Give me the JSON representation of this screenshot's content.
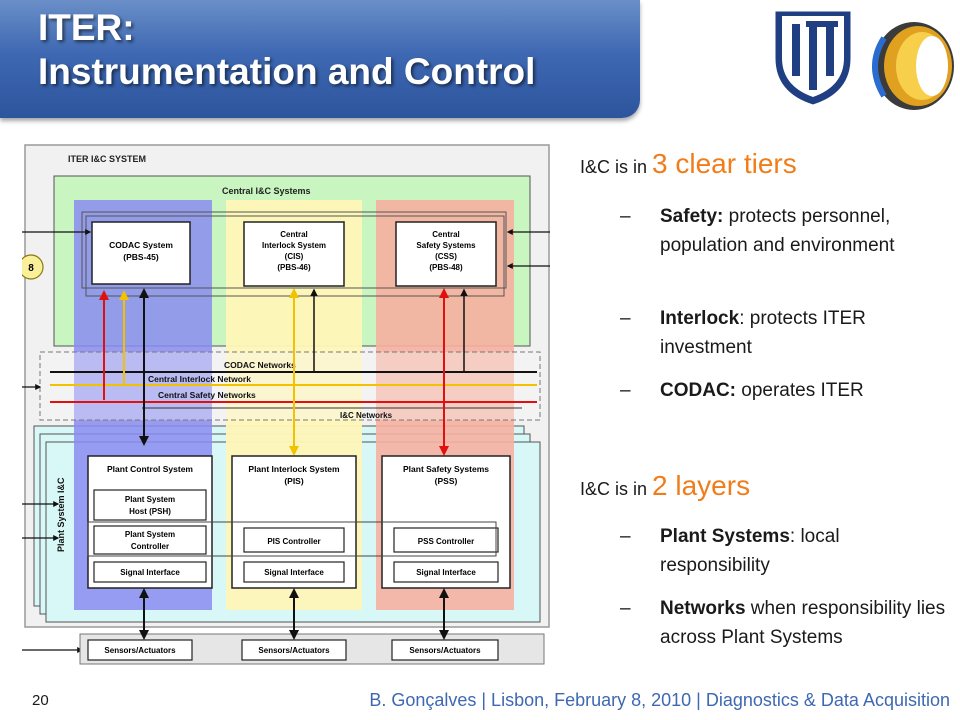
{
  "title": {
    "line1": "ITER:",
    "line2": "Instrumentation and Control"
  },
  "diagram": {
    "system_label": "ITER I&C SYSTEM",
    "central_label": "Central  I&C Systems",
    "codac": {
      "line1": "CODAC  System",
      "line2": "(PBS-45)"
    },
    "cis": {
      "line1": "Central",
      "line2": "Interlock System",
      "line3": "(CIS)",
      "line4": "(PBS-46)"
    },
    "css": {
      "line1": "Central",
      "line2": "Safety Systems",
      "line3": "(CSS)",
      "line4": "(PBS-48)"
    },
    "badge": "8",
    "networks": {
      "codac": "CODAC Networks",
      "interlock": "Central Interlock Network",
      "safety": "Central Safety Networks",
      "ic": "I&C Networks"
    },
    "plant_label": "Plant System I&C",
    "pcs": {
      "title": "Plant Control  System",
      "psh1": "Plant System",
      "psh2": "Host (PSH)",
      "ctrl1": "Plant System",
      "ctrl2": "Controller",
      "sig": "Signal Interface"
    },
    "pis": {
      "title1": "Plant Interlock System",
      "title2": "(PIS)",
      "ctrl": "PIS Controller",
      "sig": "Signal Interface"
    },
    "pss": {
      "title1": "Plant Safety Systems",
      "title2": "(PSS)",
      "ctrl": "PSS Controller",
      "sig": "Signal Interface"
    },
    "sensors": [
      "Sensors/Actuators",
      "Sensors/Actuators",
      "Sensors/Actuators"
    ]
  },
  "bullets": {
    "tiers_prefix": "I&C is in ",
    "tiers_big": "3 clear tiers",
    "safety_bold": "Safety:",
    "safety_text": " protects personnel, population and environment",
    "interlock_bold": "Interlock",
    "interlock_text": ": protects ITER investment",
    "codac_bold": "CODAC:",
    "codac_text": " operates ITER",
    "layers_prefix": "I&C is in ",
    "layers_big": "2 layers",
    "plant_bold": "Plant Systems",
    "plant_text": ": local responsibility",
    "networks_bold": "Networks",
    "networks_text": " when responsibility lies across Plant Systems",
    "dash": "–"
  },
  "page_number": "20",
  "footer": "B. Gonçalves | Lisbon, February 8, 2010 | Diagnostics & Data Acquisition",
  "colors": {
    "accent": "#f07d1a",
    "title_bar": "#3e68b2",
    "codac_lane": "#8a8cf0",
    "interlock_lane": "#fff6b8",
    "safety_lane": "#f6b0a0",
    "central_bg": "#c8f5c0",
    "plant_bg": "#d8f8f8"
  }
}
